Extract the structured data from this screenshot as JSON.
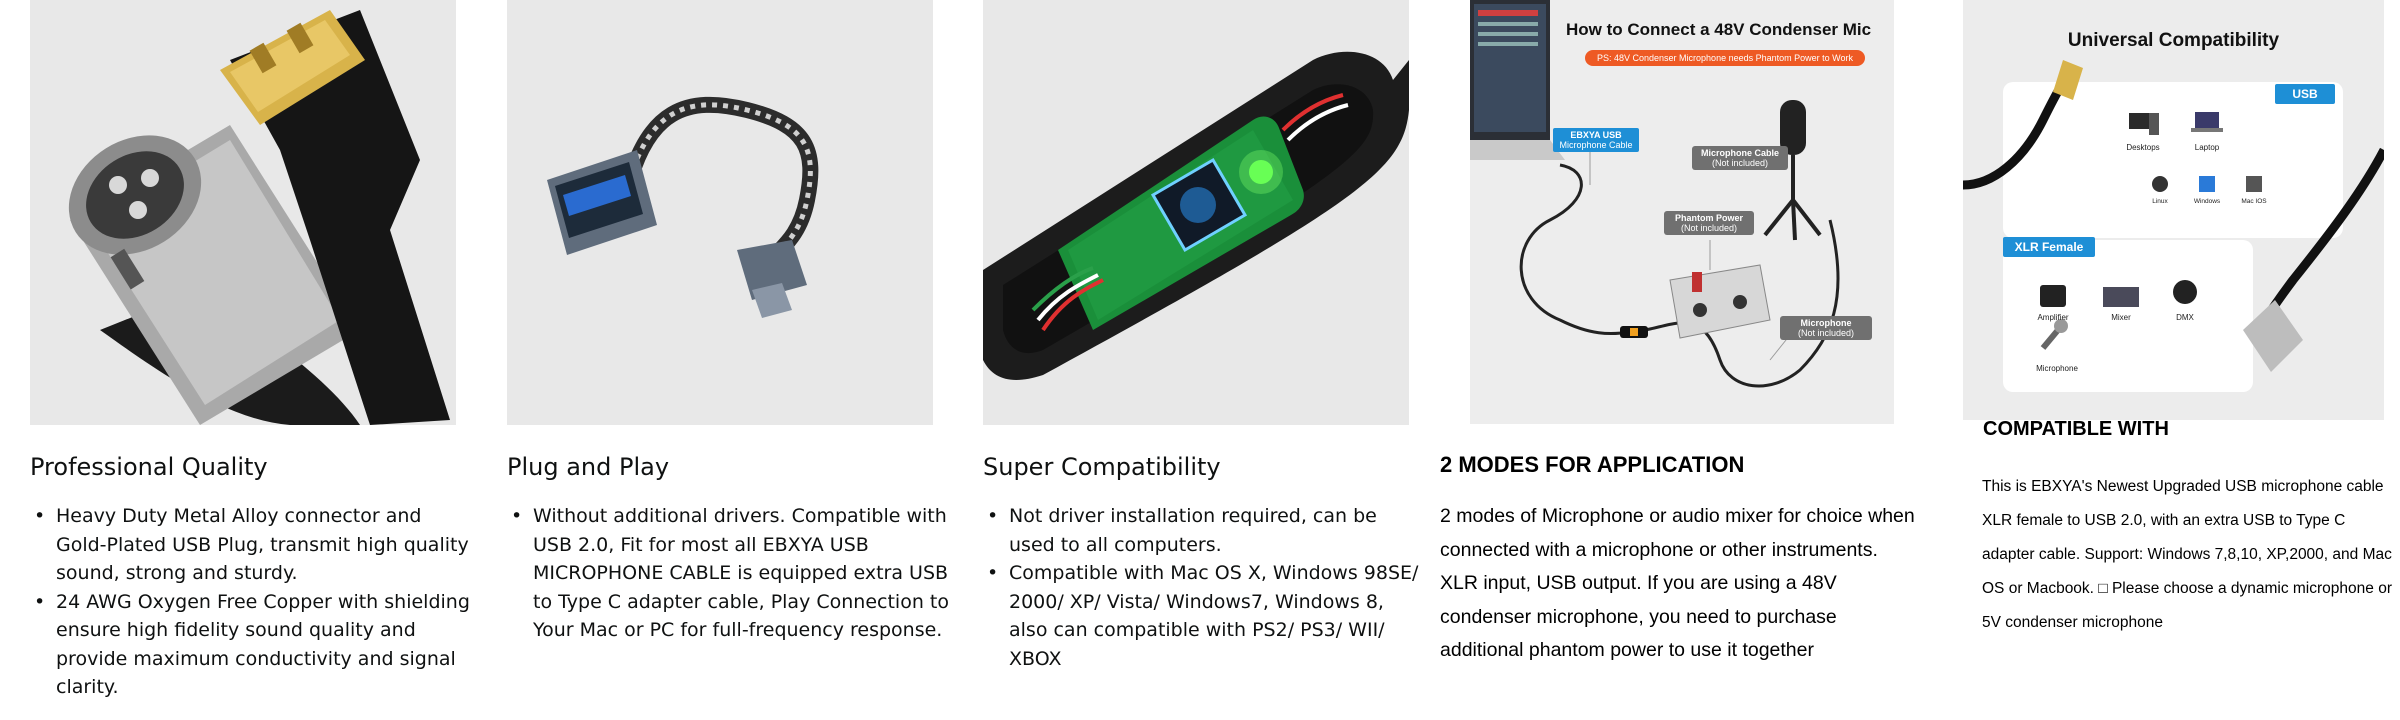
{
  "cards": [
    {
      "title": "Professional Quality",
      "bullets": [
        "Heavy Duty Metal Alloy connector and Gold-Plated USB Plug, transmit high quality sound, strong and sturdy.",
        "24 AWG Oxygen Free Copper with shielding ensure high fidelity sound quality and provide maximum conductivity and signal clarity."
      ]
    },
    {
      "title": "Plug and Play",
      "bullets": [
        "Without additional drivers. Compatible with USB 2.0, Fit for most all EBXYA USB MICROPHONE CABLE is equipped extra USB to Type C adapter cable, Play Connection to Your Mac or PC for full-frequency response."
      ]
    },
    {
      "title": "Super Compatibility",
      "bullets": [
        "Not driver installation required, can be used to all computers.",
        "Compatible with Mac OS X, Windows 98SE/ 2000/ XP/ Vista/ Windows7, Windows 8, also can compatible with PS2/ PS3/ WII/ XBOX"
      ]
    },
    {
      "title": "2 MODES FOR APPLICATION",
      "body": "2 modes of Microphone or audio mixer for choice when connected with a microphone or other instruments. XLR input, USB output. If you are using a 48V condenser microphone, you need to purchase additional phantom power to use it together",
      "image": {
        "heading": "How to Connect a 48V Condenser Mic",
        "note": "PS: 48V Condenser Microphone needs Phantom Power to Work",
        "labels": {
          "usb_cable": [
            "EBXYA USB",
            "Microphone Cable"
          ],
          "mic_cable": [
            "Microphone Cable",
            "(Not included)"
          ],
          "phantom": [
            "Phantom Power",
            "(Not included)"
          ],
          "microphone": [
            "Microphone",
            "(Not included)"
          ]
        }
      }
    },
    {
      "title": "COMPATIBLE WITH",
      "body": "This is EBXYA's Newest Upgraded USB microphone cable XLR female to USB 2.0, with an extra USB to Type C adapter cable. Support: Windows 7,8,10, XP,2000, and Mac OS or Macbook. □ Please choose a dynamic microphone or 5V condenser microphone",
      "image": {
        "heading": "Universal Compatibility",
        "usb_tag": "USB",
        "xlr_tag": "XLR Female",
        "usb_devices": [
          "Desktops",
          "Laptop",
          "Linux",
          "Windows",
          "Mac IOS"
        ],
        "xlr_devices": [
          "Amplifier",
          "Mixer",
          "DMX",
          "Microphone"
        ]
      }
    }
  ],
  "colors": {
    "image_bg": "#eaeaea",
    "tag_blue": "#1e8fd6",
    "note_orange": "#ee5a24",
    "pcb_green": "#1a8f3a",
    "gold": "#d8b34a"
  }
}
